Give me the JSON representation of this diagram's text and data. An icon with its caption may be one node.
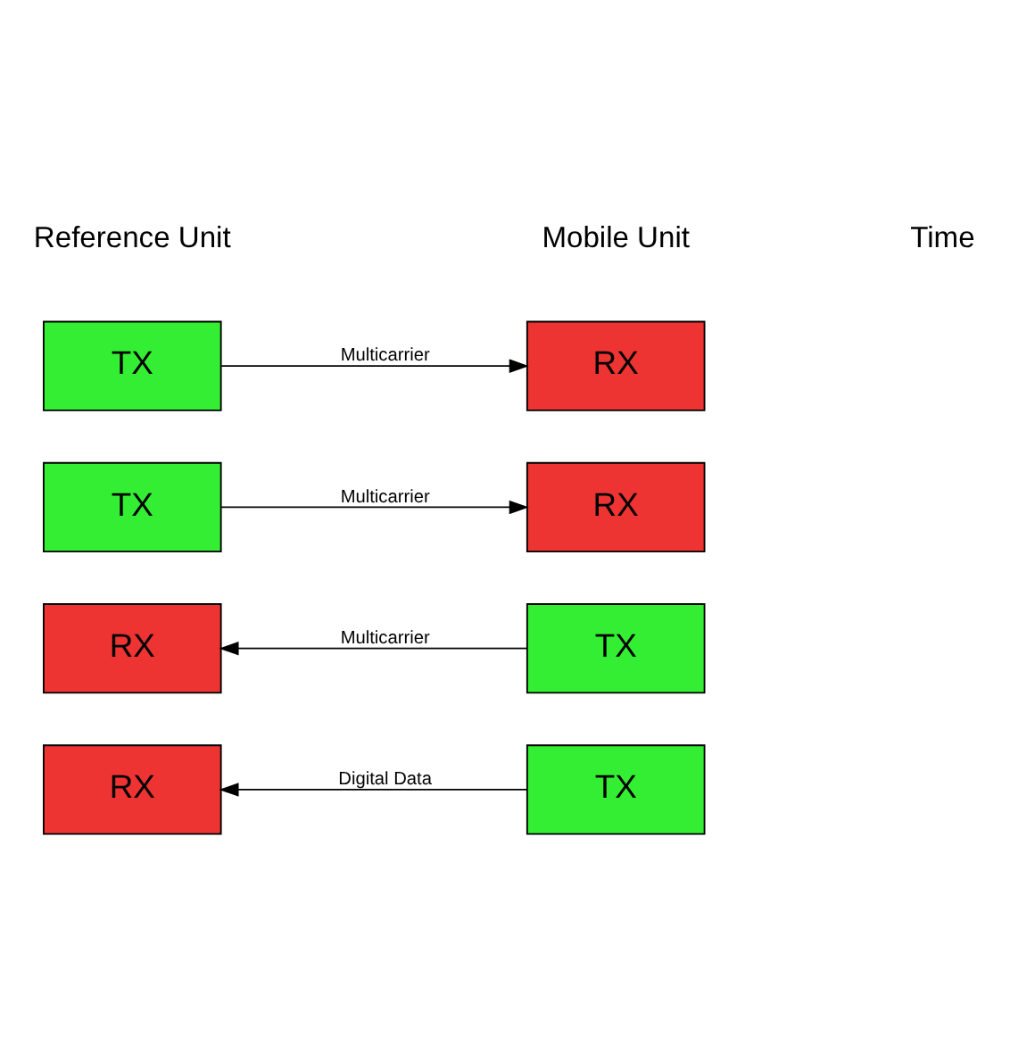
{
  "diagram": {
    "nodes": [
      {
        "text": [
          "TX"
        ]
      },
      {
        "text": [
          "RX"
        ]
      },
      {
        "text": [
          "TX"
        ]
      },
      {
        "text": [
          "RX"
        ]
      },
      {
        "text": [
          "RX"
        ]
      },
      {
        "text": [
          "TX"
        ]
      },
      {
        "text": [
          "RX"
        ]
      },
      {
        "text": [
          "TX"
        ]
      }
    ],
    "edges": [
      {
        "from": 0,
        "to": 1,
        "arrow": "to",
        "label": "Multicarrier"
      },
      {
        "from": 2,
        "to": 3,
        "arrow": "to",
        "label": "Multicarrier"
      },
      {
        "from": 5,
        "to": 4,
        "arrow": "to",
        "label": "Multicarrier"
      },
      {
        "from": 7,
        "to": 6,
        "arrow": "to",
        "label": "Digital Data"
      }
    ],
    "labels": [
      "Reference Unit",
      "Mobile Unit",
      "Time"
    ]
  }
}
